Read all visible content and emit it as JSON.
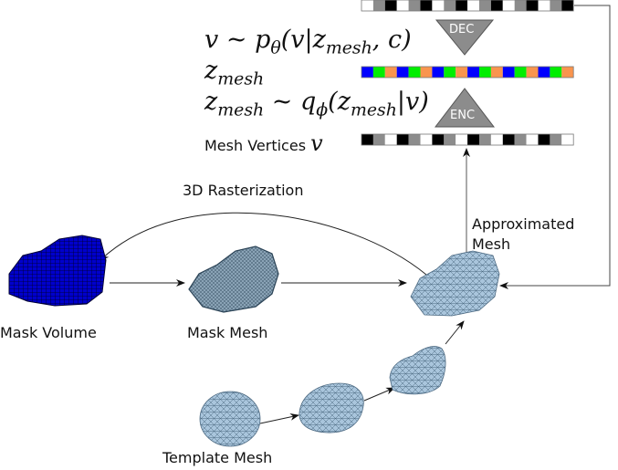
{
  "equations": {
    "decoder": {
      "lhs": "v",
      "rel": " ~ ",
      "fn": "p",
      "fn_sub": "θ",
      "args_pre": "(v|z",
      "args_sub": "mesh",
      "args_post": ", c)"
    },
    "latent": {
      "var": "z",
      "sub": "mesh"
    },
    "encoder": {
      "lhs": "z",
      "lhs_sub": "mesh",
      "rel": " ~ ",
      "fn": "q",
      "fn_sub": "ϕ",
      "args_pre": "(z",
      "args_sub": "mesh",
      "args_post": "|v)"
    }
  },
  "labels": {
    "mesh_vertices": "Mesh Vertices",
    "mesh_vertices_var": "v",
    "rasterization": "3D Rasterization",
    "approximated_mesh_line1": "Approximated",
    "approximated_mesh_line2": "Mesh",
    "mask_volume": "Mask Volume",
    "mask_mesh": "Mask Mesh",
    "template_mesh": "Template Mesh"
  },
  "blocks": {
    "decoder": "DEC",
    "encoder": "ENC"
  },
  "vectors": {
    "output_vertices": [
      "white",
      "gray",
      "black",
      "white",
      "gray",
      "black",
      "white",
      "gray",
      "black",
      "white",
      "gray",
      "black",
      "white",
      "gray",
      "black",
      "white",
      "gray",
      "black"
    ],
    "latent": [
      "blue",
      "green",
      "orange",
      "blue",
      "green",
      "orange",
      "blue",
      "green",
      "orange",
      "blue",
      "green",
      "orange",
      "blue",
      "green",
      "orange",
      "blue",
      "green",
      "orange"
    ],
    "input_vertices": [
      "black",
      "gray",
      "white",
      "black",
      "gray",
      "white",
      "black",
      "gray",
      "white",
      "black",
      "gray",
      "white",
      "black",
      "gray",
      "white",
      "black",
      "gray",
      "white"
    ]
  },
  "colors": {
    "white": "#ffffff",
    "gray": "#8c8c8c",
    "black": "#000000",
    "blue": "#0000ff",
    "green": "#00ee00",
    "orange": "#f9954e",
    "voxel": "#0000cc",
    "mesh_fill": "#a9c5dc",
    "mask_mesh_fill": "#7f99ad",
    "triangle": "#8c8c8c"
  }
}
